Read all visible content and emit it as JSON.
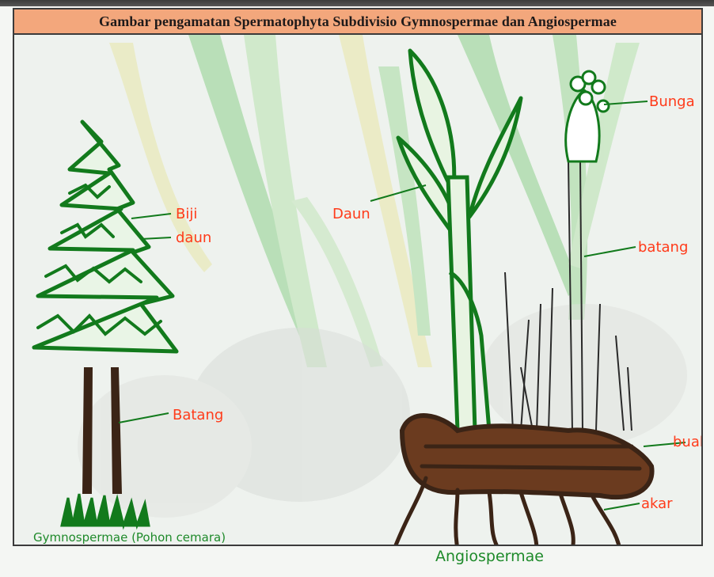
{
  "table": {
    "title": "Gambar pengamatan Spermatophyta Subdivisio Gymnospermae dan Angiospermae"
  },
  "gymnosperm": {
    "labels": {
      "biji": "Biji",
      "daun": "daun",
      "batang": "Batang"
    },
    "caption": "Gymnospermae (Pohon cemara)"
  },
  "angiosperm": {
    "labels": {
      "daun": "Daun",
      "bunga": "Bunga",
      "batang": "batang",
      "buah": "buah",
      "akar": "akar"
    },
    "caption": "Angiospermae"
  },
  "colors": {
    "header": "#f3a77c",
    "label_text": "#ff3b1a",
    "caption_text": "#1e8a2a",
    "drawing_green": "#127a1c",
    "root_brown": "#3b2416"
  }
}
